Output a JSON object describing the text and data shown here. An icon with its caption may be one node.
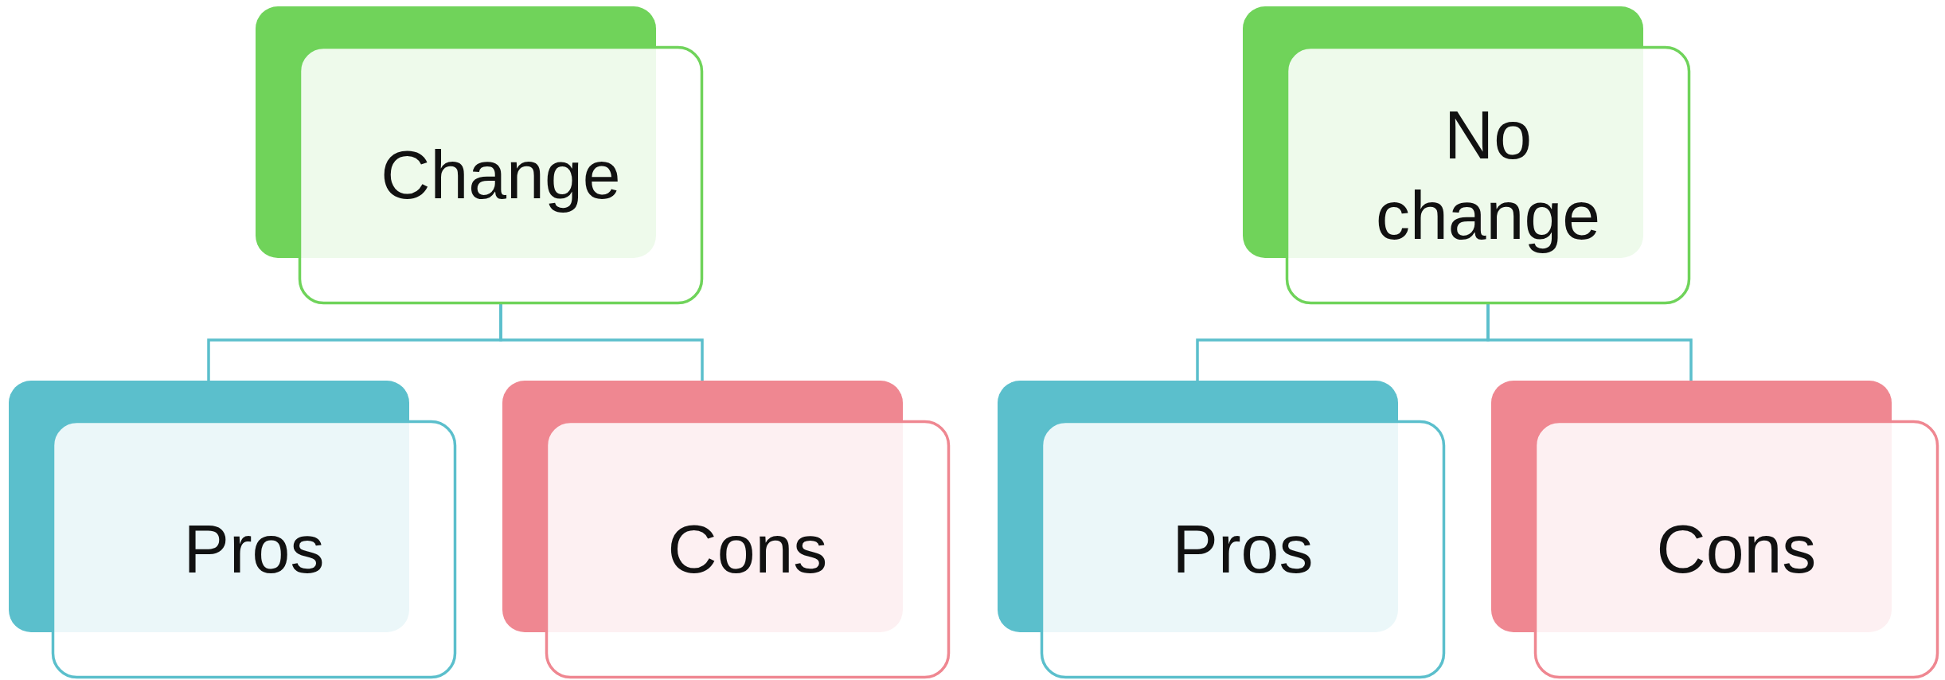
{
  "diagram": {
    "nodes": [
      {
        "text": [
          "Change"
        ]
      },
      {
        "text": [
          "Pros"
        ]
      },
      {
        "text": [
          "Cons"
        ]
      },
      {
        "text": [
          "No change"
        ]
      },
      {
        "text": [
          "Pros"
        ]
      },
      {
        "text": [
          "Cons"
        ]
      }
    ],
    "edges": [
      {
        "from": 0,
        "to": 1,
        "arrow": "none"
      },
      {
        "from": 0,
        "to": 2,
        "arrow": "none"
      },
      {
        "from": 3,
        "to": 4,
        "arrow": "none"
      },
      {
        "from": 3,
        "to": 5,
        "arrow": "none"
      }
    ]
  }
}
